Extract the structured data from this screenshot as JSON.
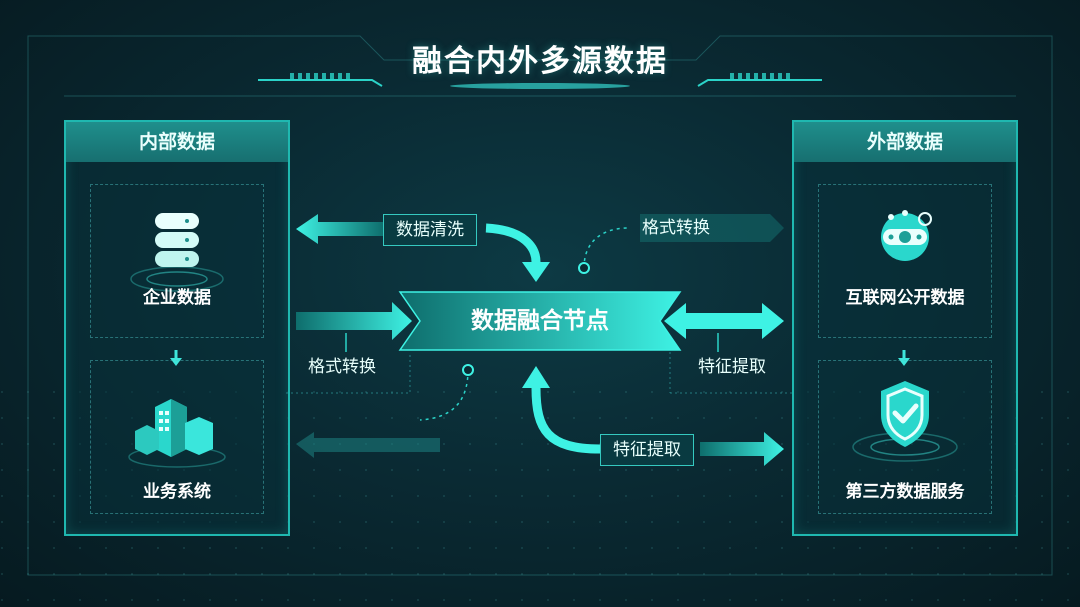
{
  "title": "融合内外多源数据",
  "internal": {
    "header": "内部数据",
    "top_item": "企业数据",
    "bottom_item": "业务系统"
  },
  "external": {
    "header": "外部数据",
    "top_item": "互联网公开数据",
    "bottom_item": "第三方数据服务"
  },
  "center": "数据融合节点",
  "labels": {
    "clean": "数据清洗",
    "format_top_right": "格式转换",
    "format_left": "格式转换",
    "feature_right": "特征提取",
    "feature_bottom": "特征提取"
  },
  "colors": {
    "accent": "#1fd6cc",
    "panel_border": "#1fb8b0",
    "background": "#0a2a33"
  },
  "icons": [
    "database-icon",
    "buildings-icon",
    "robot-icon",
    "shield-check-icon"
  ]
}
